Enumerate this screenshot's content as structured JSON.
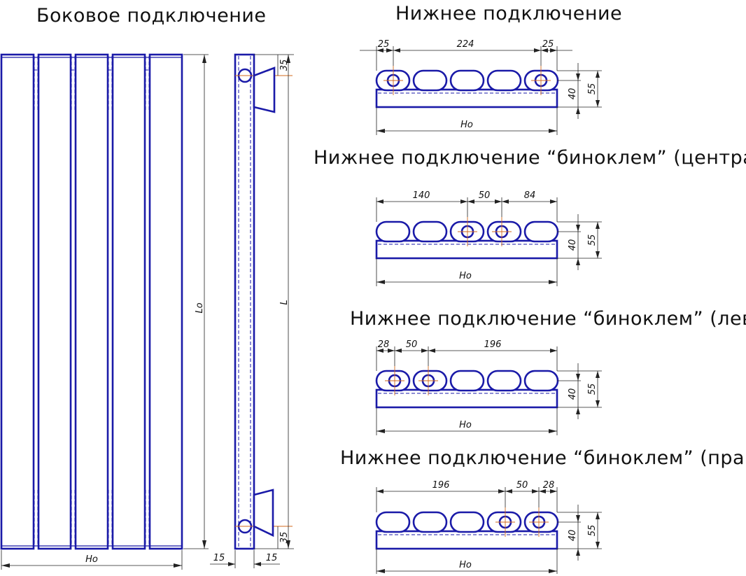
{
  "titles": {
    "side": "Боковое подключение",
    "bottom": "Нижнее подключение",
    "bino_center": "Нижнее подключение “биноклем” (центральное)",
    "bino_left": "Нижнее подключение “биноклем” (левое)",
    "bino_right": "Нижнее подключение “биноклем” (правое)"
  },
  "side_view": {
    "ho": "Ho",
    "lo": "Lo"
  },
  "profile_view": {
    "l": "L",
    "top_35": "35",
    "bottom_35": "35",
    "left_15": "15",
    "right_15": "15"
  },
  "bottom_view": {
    "d1": "25",
    "d2": "224",
    "d3": "25",
    "h40": "40",
    "h55": "55",
    "ho": "Ho"
  },
  "bino_center_view": {
    "d1": "140",
    "d2": "50",
    "d3": "84",
    "h40": "40",
    "h55": "55",
    "ho": "Ho"
  },
  "bino_left_view": {
    "d1": "28",
    "d2": "50",
    "d3": "196",
    "h40": "40",
    "h55": "55",
    "ho": "Ho"
  },
  "bino_right_view": {
    "d1": "196",
    "d2": "50",
    "d3": "28",
    "h40": "40",
    "h55": "55",
    "ho": "Ho"
  },
  "colors": {
    "outline": "#1a1aa8",
    "dimension": "#222222",
    "center_mark": "#d2691e"
  }
}
